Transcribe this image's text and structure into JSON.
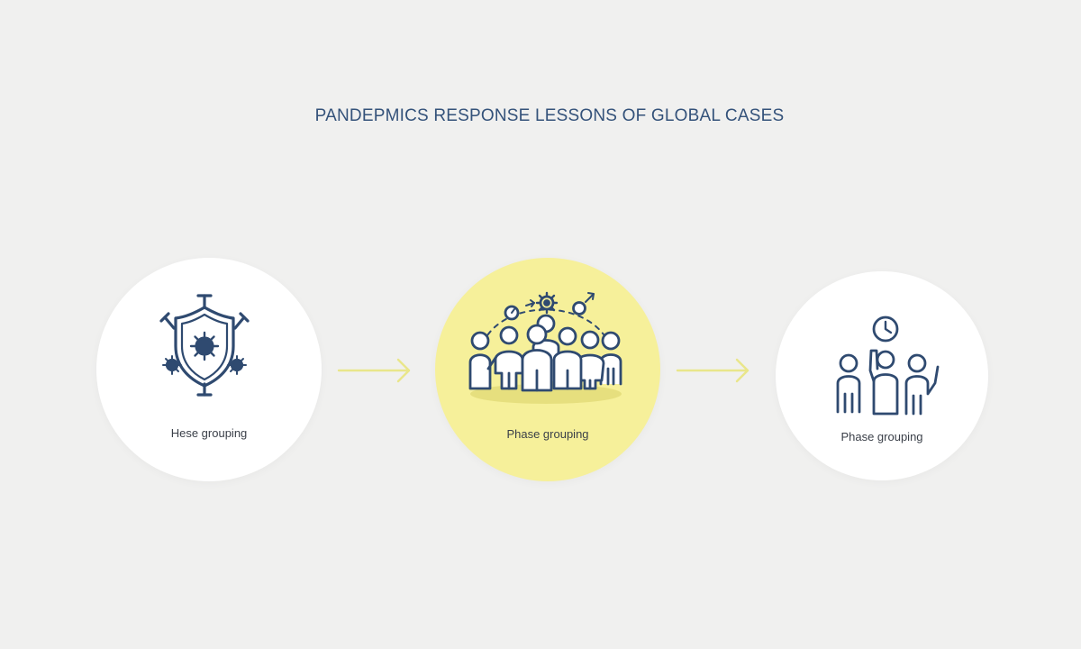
{
  "title": "PANDEPMICS RESPONSE LESSONS OF GLOBAL CASES",
  "nodes": [
    {
      "label": "Hese grouping",
      "icon": "shield-virus-icon",
      "fill": "#ffffff"
    },
    {
      "label": "Phase grouping",
      "icon": "crowd-icon",
      "fill": "#f6f09a"
    },
    {
      "label": "Phase grouping",
      "icon": "group-clock-icon",
      "fill": "#ffffff"
    }
  ],
  "colors": {
    "background": "#f0f0ef",
    "icon_stroke": "#2f4a70",
    "arrow": "#e9e68a",
    "title": "#34527a"
  }
}
